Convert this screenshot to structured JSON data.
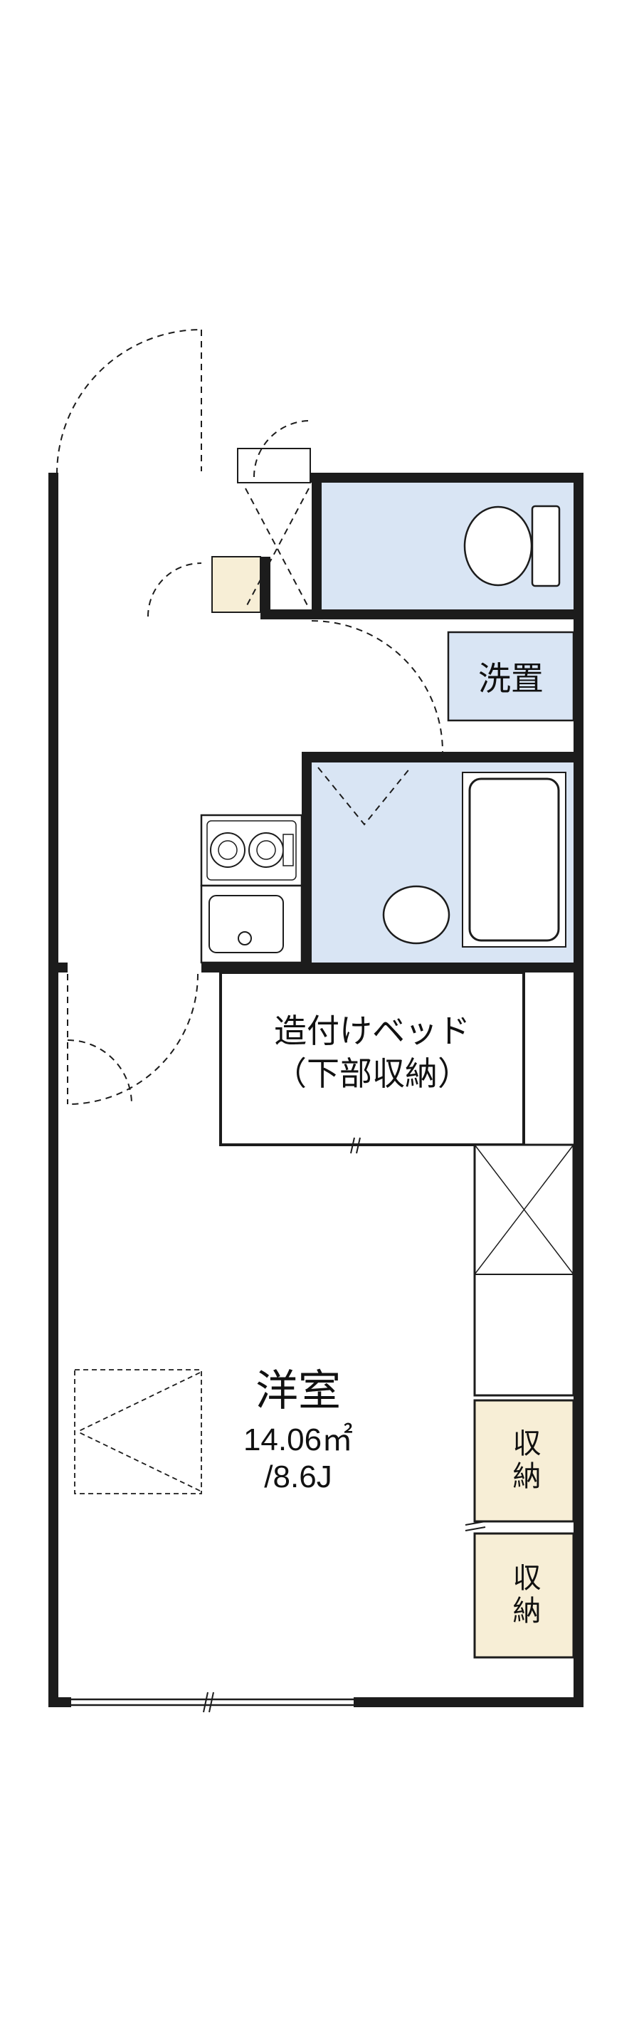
{
  "plan": {
    "labels": {
      "bed_line1": "造付けベッド",
      "bed_line2": "（下部収納）",
      "room_name": "洋室",
      "room_area": "14.06㎡",
      "room_size": "/8.6J",
      "washer": "洗置",
      "storage_top": "収納",
      "storage_bottom": "収納"
    },
    "colors": {
      "wall": "#1c1c1c",
      "wet_area_blue": "#d9e5f4",
      "storage_cream": "#f7eed6",
      "floor_white": "#ffffff"
    },
    "icons": [
      "toilet-icon",
      "bathtub-icon",
      "washbasin-oval-icon",
      "stove-burners-icon",
      "kitchen-sink-icon",
      "door-swing-arc-icon",
      "fold-table-icon",
      "window-icon"
    ]
  }
}
